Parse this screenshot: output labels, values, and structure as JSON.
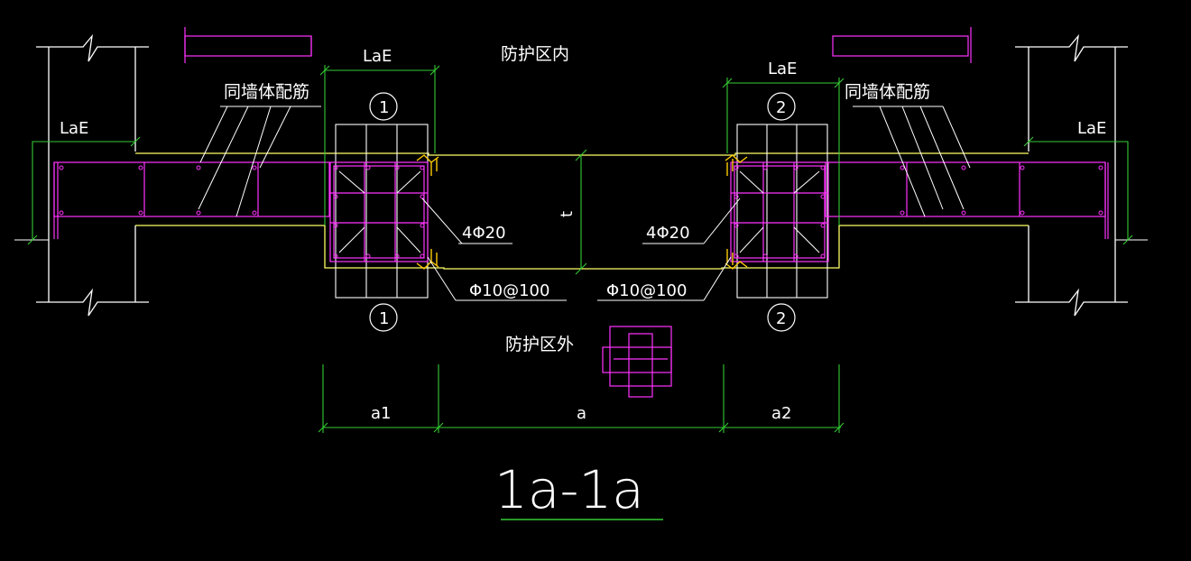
{
  "colors": {
    "background": "#000000",
    "structure": "#ffffff",
    "concrete": "#ffff66",
    "rebar": "#ff33ff",
    "dimension": "#33cc33",
    "weld": "#ffcc00"
  },
  "labels": {
    "lae": "LaE",
    "inside_zone": "防护区内",
    "outside_zone": "防护区外",
    "wall_rebar": "同墙体配筋",
    "column_rebar": "4Φ20",
    "stirrup": "Φ10@100",
    "thickness": "t",
    "dim_a1": "a1",
    "dim_a": "a",
    "dim_a2": "a2",
    "mark_1": "1",
    "mark_2": "2",
    "section_title": "1a-1a"
  }
}
